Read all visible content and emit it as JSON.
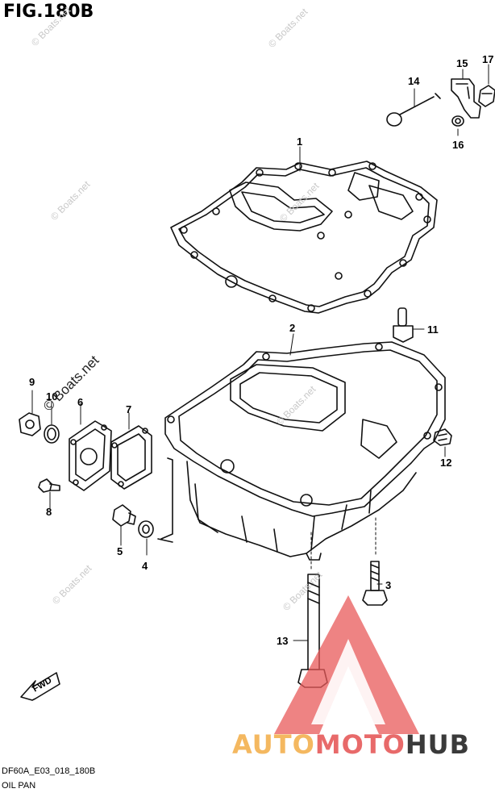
{
  "figure": {
    "title": "FIG.180B",
    "code": "DF60A_E03_018_180B",
    "name": "OIL PAN"
  },
  "callouts": [
    {
      "id": "1",
      "label": "1"
    },
    {
      "id": "2",
      "label": "2"
    },
    {
      "id": "3",
      "label": "3"
    },
    {
      "id": "4",
      "label": "4"
    },
    {
      "id": "5",
      "label": "5"
    },
    {
      "id": "6",
      "label": "6"
    },
    {
      "id": "7",
      "label": "7"
    },
    {
      "id": "8",
      "label": "8"
    },
    {
      "id": "9",
      "label": "9"
    },
    {
      "id": "10",
      "label": "10"
    },
    {
      "id": "11",
      "label": "11"
    },
    {
      "id": "12",
      "label": "12"
    },
    {
      "id": "13",
      "label": "13"
    },
    {
      "id": "14",
      "label": "14"
    },
    {
      "id": "15",
      "label": "15"
    },
    {
      "id": "16",
      "label": "16"
    },
    {
      "id": "17",
      "label": "17"
    }
  ],
  "fwd_label": "FWD",
  "watermark": {
    "site": "Boats.net",
    "site_copyright": "© Boats.net"
  },
  "brand": {
    "part1": "AUTO",
    "part2": "MOTO",
    "part3": "HUB",
    "colors": {
      "auto": "#f4b860",
      "moto": "#e86a6a",
      "hub": "#3a3a3a",
      "triangle": "#e85a5a"
    }
  }
}
